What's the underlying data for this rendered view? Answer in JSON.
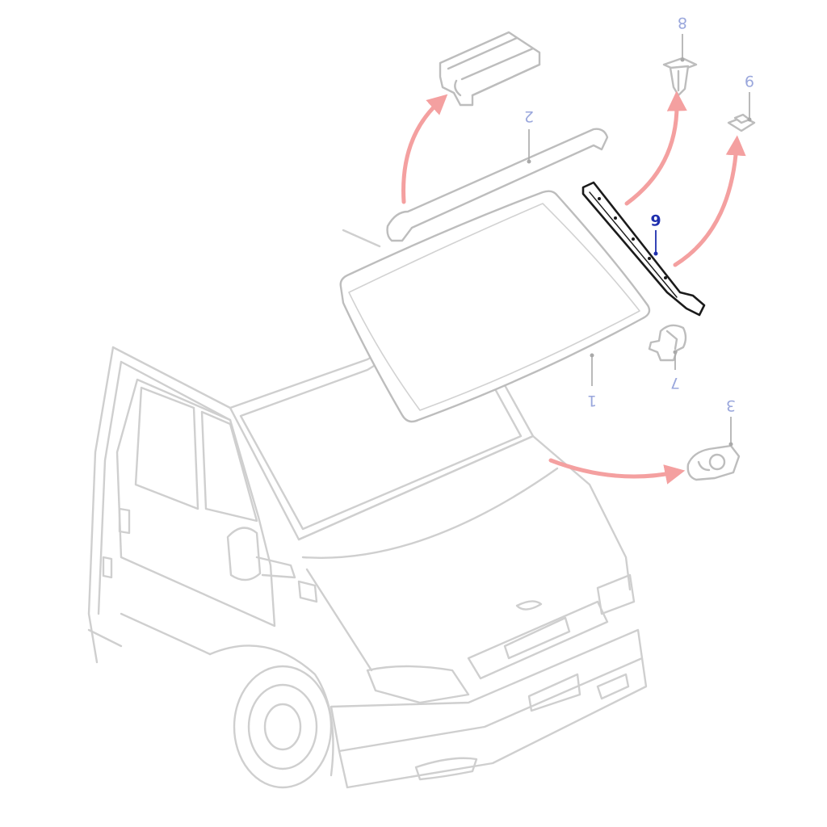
{
  "colors": {
    "arrow": "#f4a0a0",
    "callout": "#9aa7dc",
    "callout_active": "#1f2fae",
    "outline": "#cfcfcf",
    "part_active": "#1b1b1b"
  },
  "callouts": [
    {
      "id": "1",
      "label": "1",
      "active": false
    },
    {
      "id": "2",
      "label": "2",
      "active": false
    },
    {
      "id": "3",
      "label": "3",
      "active": false
    },
    {
      "id": "6",
      "label": "6",
      "active": true
    },
    {
      "id": "7",
      "label": "7",
      "active": false
    },
    {
      "id": "8",
      "label": "8",
      "active": false
    },
    {
      "id": "9",
      "label": "9",
      "active": false
    }
  ]
}
